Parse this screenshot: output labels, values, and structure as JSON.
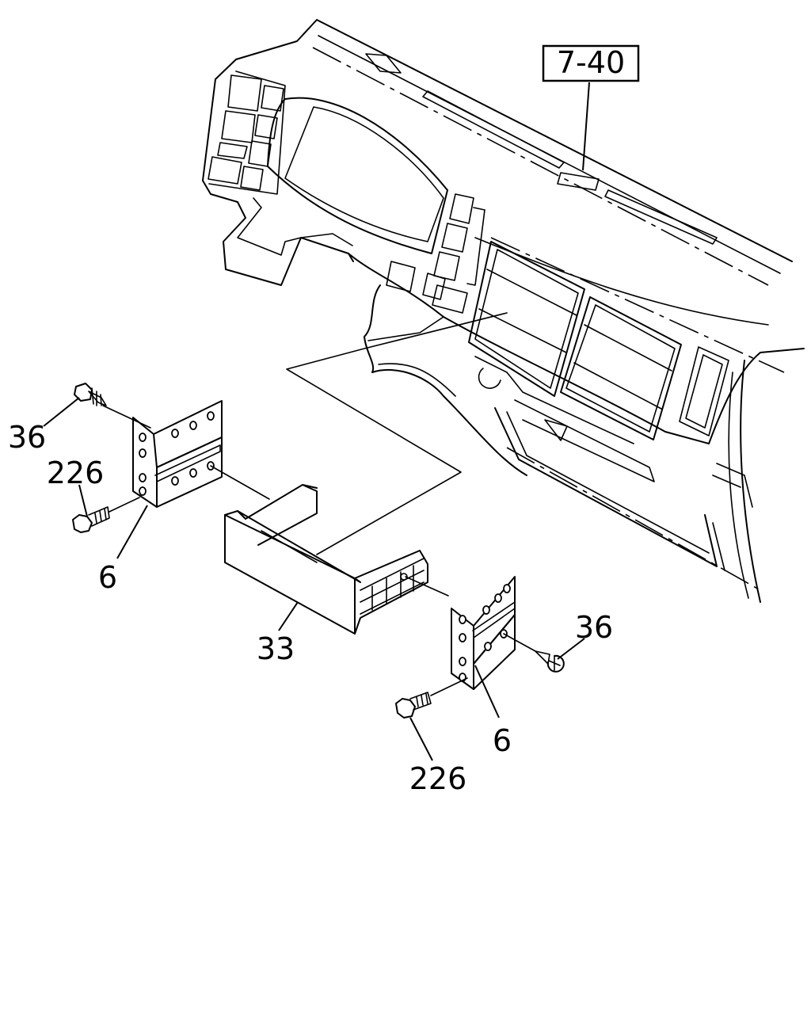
{
  "reference": {
    "label": "7-40"
  },
  "callouts": [
    {
      "id": "c36a",
      "label": "36"
    },
    {
      "id": "c226a",
      "label": "226"
    },
    {
      "id": "c6a",
      "label": "6"
    },
    {
      "id": "c33",
      "label": "33"
    },
    {
      "id": "c36b",
      "label": "36"
    },
    {
      "id": "c6b",
      "label": "6"
    },
    {
      "id": "c226b",
      "label": "226"
    }
  ]
}
